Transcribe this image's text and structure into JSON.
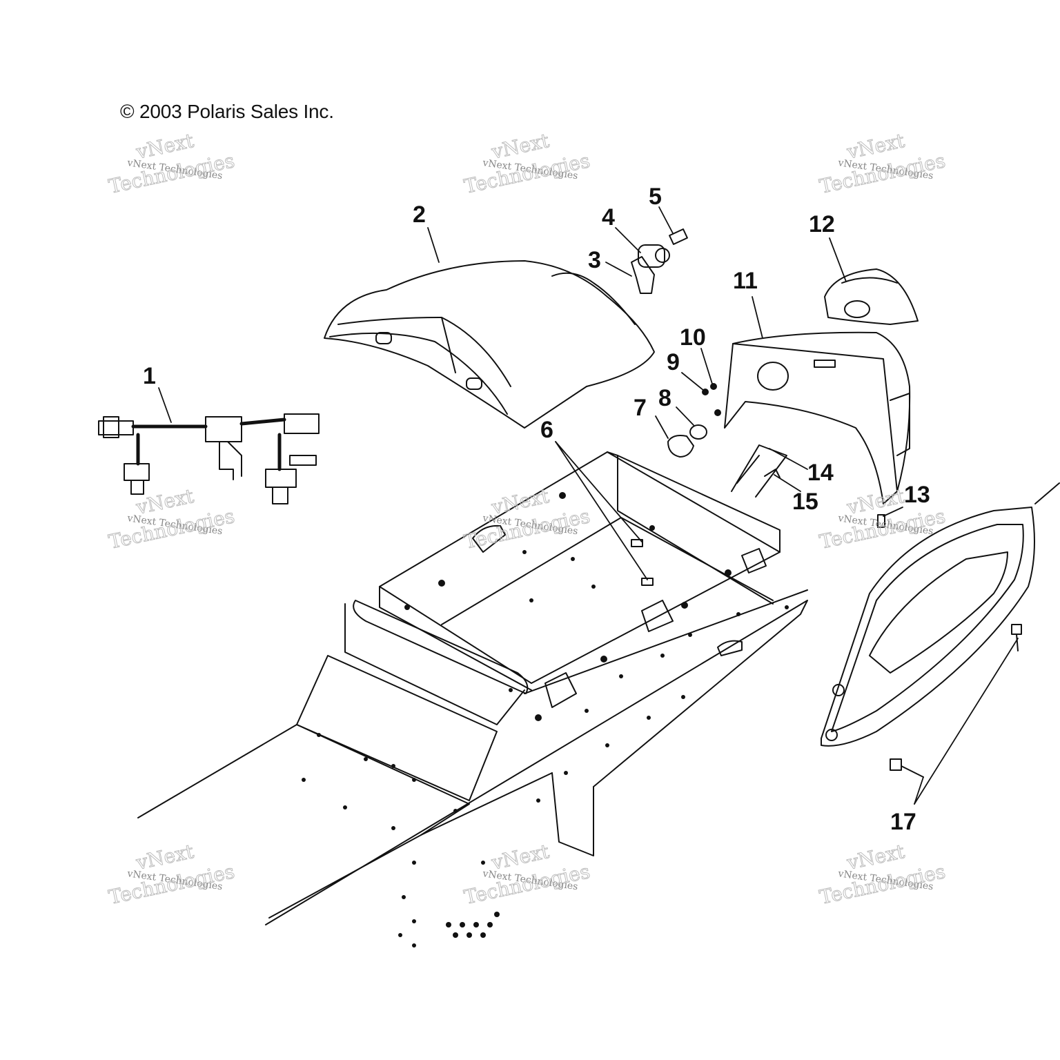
{
  "copyright": "© 2003 Polaris Sales Inc.",
  "watermark": {
    "line1": "vNext",
    "line2": "vNext Technologies",
    "line3": "Technologies"
  },
  "callouts": [
    "1",
    "2",
    "3",
    "4",
    "5",
    "6",
    "7",
    "8",
    "9",
    "10",
    "11",
    "12",
    "13",
    "14",
    "15",
    "17"
  ],
  "colors": {
    "line": "#111111",
    "watermark": "#bdbdbd"
  }
}
